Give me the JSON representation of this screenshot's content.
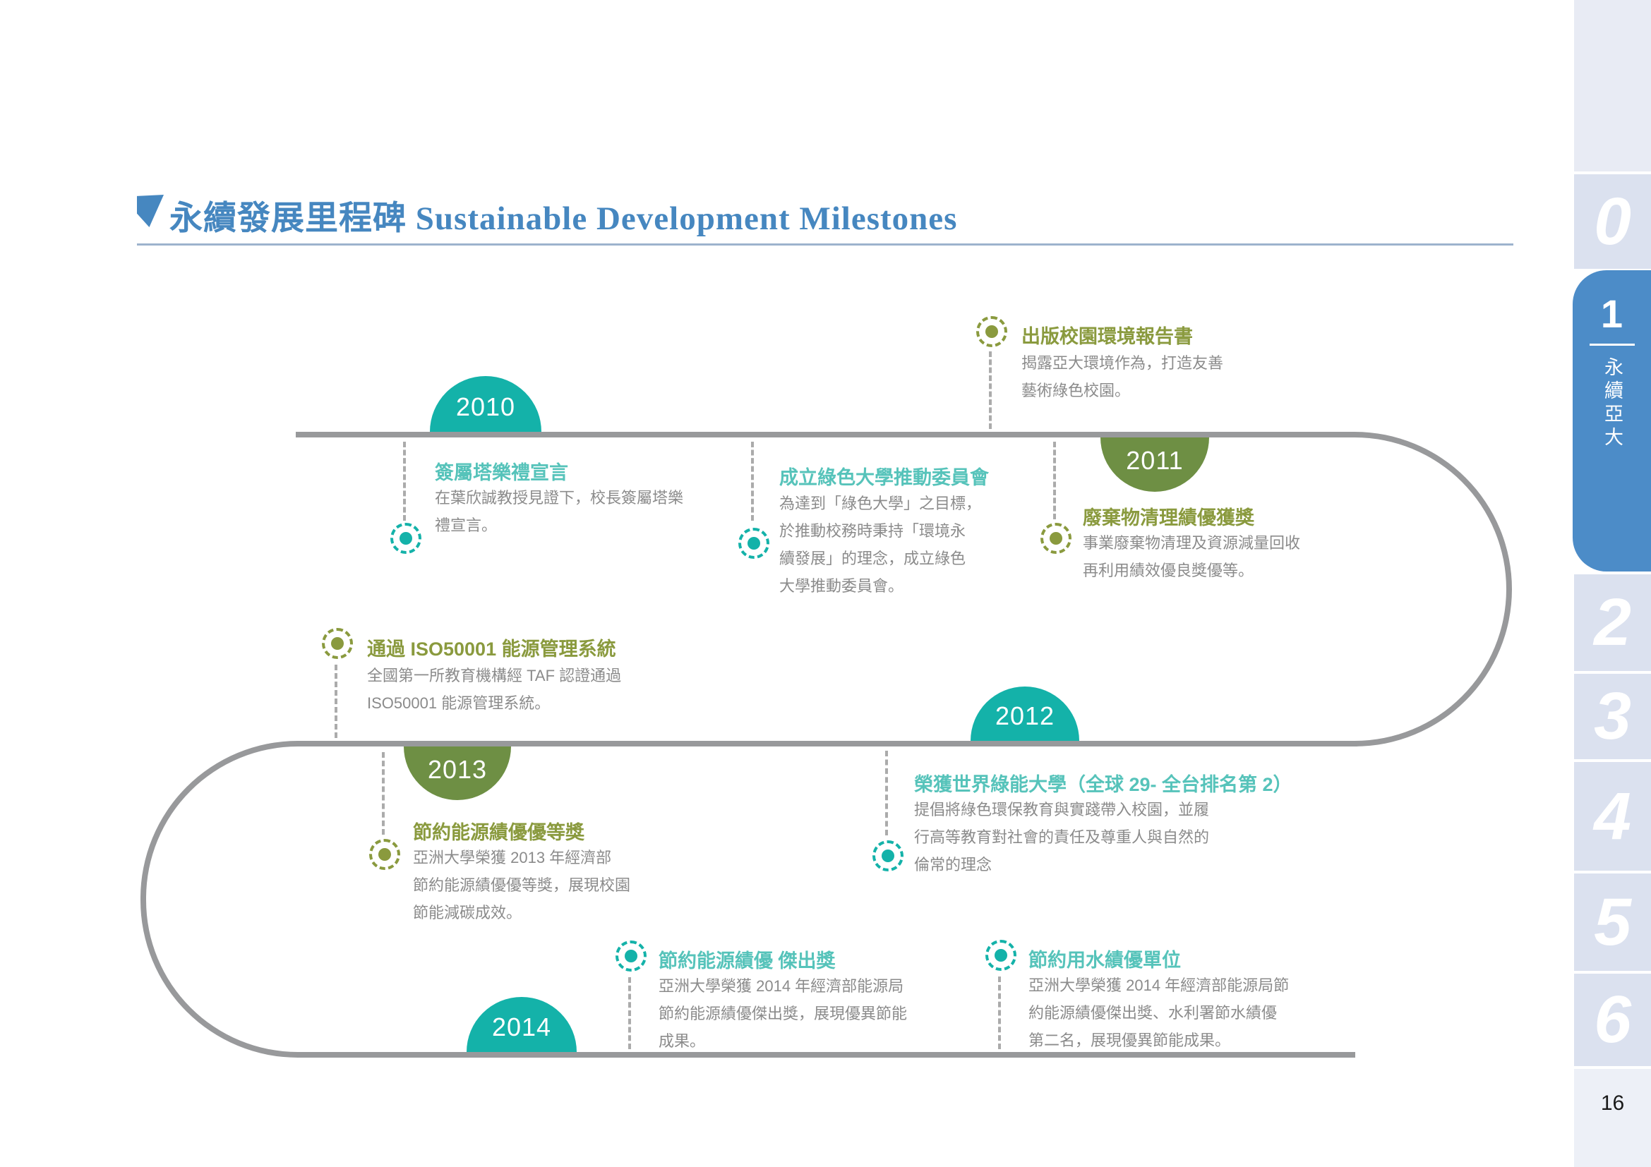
{
  "header": {
    "title": "永續發展里程碑 Sustainable Development Milestones"
  },
  "timeline": {
    "years": [
      {
        "label": "2010",
        "color": "#14b2a9",
        "position": "above-line-1"
      },
      {
        "label": "2011",
        "color": "#6e8f44",
        "position": "below-line-1"
      },
      {
        "label": "2012",
        "color": "#14b2a9",
        "position": "above-line-2"
      },
      {
        "label": "2013",
        "color": "#6e8f44",
        "position": "below-line-2"
      },
      {
        "label": "2014",
        "color": "#14b2a9",
        "position": "above-line-3"
      }
    ],
    "milestones": [
      {
        "title": "簽屬塔樂禮宣言",
        "body": "在葉欣誠教授見證下，校長簽屬塔樂\n禮宣言。",
        "accent": "#56c3ba",
        "year": "2010"
      },
      {
        "title": "成立綠色大學推動委員會",
        "body": "為達到「綠色大學」之目標，\n於推動校務時秉持「環境永\n續發展」的理念，成立綠色\n大學推動委員會。",
        "accent": "#56c3ba",
        "year": "2010"
      },
      {
        "title": "出版校園環境報告書",
        "body": "揭露亞大環境作為，打造友善\n藝術綠色校園。",
        "accent": "#8a9a3e",
        "year": "2011"
      },
      {
        "title": "廢棄物清理績優獲獎",
        "body": "事業廢棄物清理及資源減量回收\n再利用績效優良獎優等。",
        "accent": "#8a9a3e",
        "year": "2011"
      },
      {
        "title": "通過 ISO50001 能源管理系統",
        "body": "全國第一所教育機構經 TAF 認證通過\nISO50001 能源管理系統。",
        "accent": "#8a9a3e",
        "year": "2012"
      },
      {
        "title": "榮獲世界綠能大學（全球 29- 全台排名第 2）",
        "body": "提倡將綠色環保教育與實踐帶入校園，並履\n行高等教育對社會的責任及尊重人與自然的\n倫常的理念",
        "accent": "#56c3ba",
        "year": "2012"
      },
      {
        "title": "節約能源績優優等獎",
        "body": "亞洲大學榮獲 2013 年經濟部\n節約能源績優優等獎，展現校園\n節能減碳成效。",
        "accent": "#8a9a3e",
        "year": "2013"
      },
      {
        "title": "節約能源績優 傑出獎",
        "body": "亞洲大學榮獲 2014 年經濟部能源局\n節約能源績優傑出獎，展現優異節能\n成果。",
        "accent": "#56c3ba",
        "year": "2014"
      },
      {
        "title": "節約用水績優單位",
        "body": "亞洲大學榮獲 2014 年經濟部能源局節\n約能源績優傑出獎、水利署節水績優\n第二名，展現優異節能成果。",
        "accent": "#56c3ba",
        "year": "2014"
      }
    ]
  },
  "sidebar": {
    "sections": [
      {
        "number": "0"
      },
      {
        "number": "1",
        "label": "永續亞大",
        "active": true
      },
      {
        "number": "2"
      },
      {
        "number": "3"
      },
      {
        "number": "4"
      },
      {
        "number": "5"
      },
      {
        "number": "6"
      }
    ],
    "active_number": "1",
    "active_label": "永續亞大"
  },
  "page": {
    "number": "16"
  },
  "colors": {
    "title_blue": "#4687c0",
    "teal": "#14b2a9",
    "teal_heading": "#56c3ba",
    "olive_badge": "#6e8f44",
    "olive_heading": "#8a9a3e",
    "timeline_gray": "#98999b",
    "body_text": "#8b8b8b",
    "sidebar_active": "#4c8cc8",
    "sidebar_section": "#dbe1ef"
  }
}
